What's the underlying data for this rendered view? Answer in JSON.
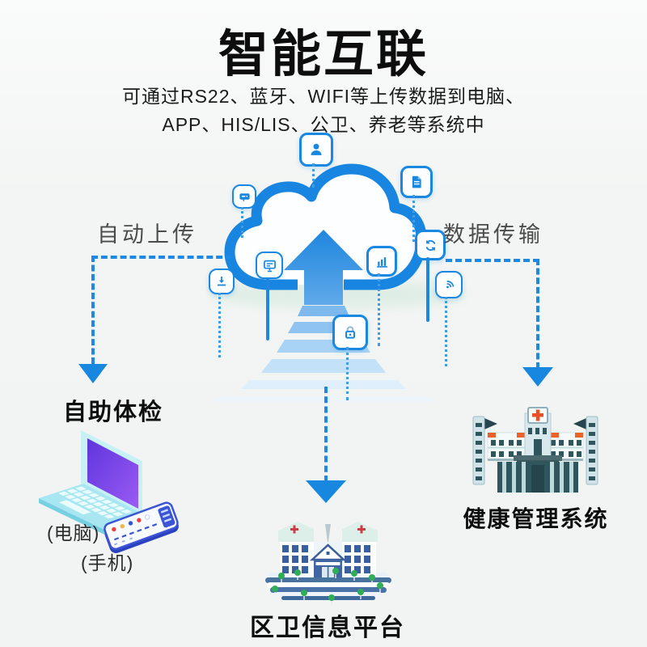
{
  "header": {
    "title": "智能互联",
    "subtitle_line1": "可通过RS22、蓝牙、WIFI等上传数据到电脑、",
    "subtitle_line2": "APP、HIS/LIS、公卫、养老等系统中"
  },
  "flow": {
    "left_branch_label": "自动上传",
    "right_branch_label": "数据传输"
  },
  "cloud": {
    "icons": [
      "user-icon",
      "chat-message-icon",
      "document-icon",
      "download-icon",
      "presentation-screen-icon",
      "bar-chart-icon",
      "sync-icon",
      "wifi-signal-icon",
      "lock-icon"
    ]
  },
  "endpoints": {
    "self_service": {
      "title": "自助体检",
      "device1_label": "(电脑)",
      "device2_label": "(手机)"
    },
    "district_platform": {
      "title": "区卫信息平台"
    },
    "health_system": {
      "title": "健康管理系统"
    }
  },
  "colors": {
    "accent_blue": "#1787e0",
    "arrow_blue_top": "#1f86de",
    "arrow_blue_bottom": "#5fa9e9",
    "title_color": "#0d0d0d",
    "branch_label_color": "#4b4b4b",
    "background": "#f3f5f4",
    "cross_red": "#d0433f",
    "tree_green": "#2fae57",
    "screen_purple": "#6a3ce0",
    "bar_pink": "#f468dd",
    "laptop_cyan": "#a8e7f1",
    "phone_blue": "#3c55d6",
    "building_teal_dark": "#2e565c",
    "building_orange": "#e8622a"
  }
}
